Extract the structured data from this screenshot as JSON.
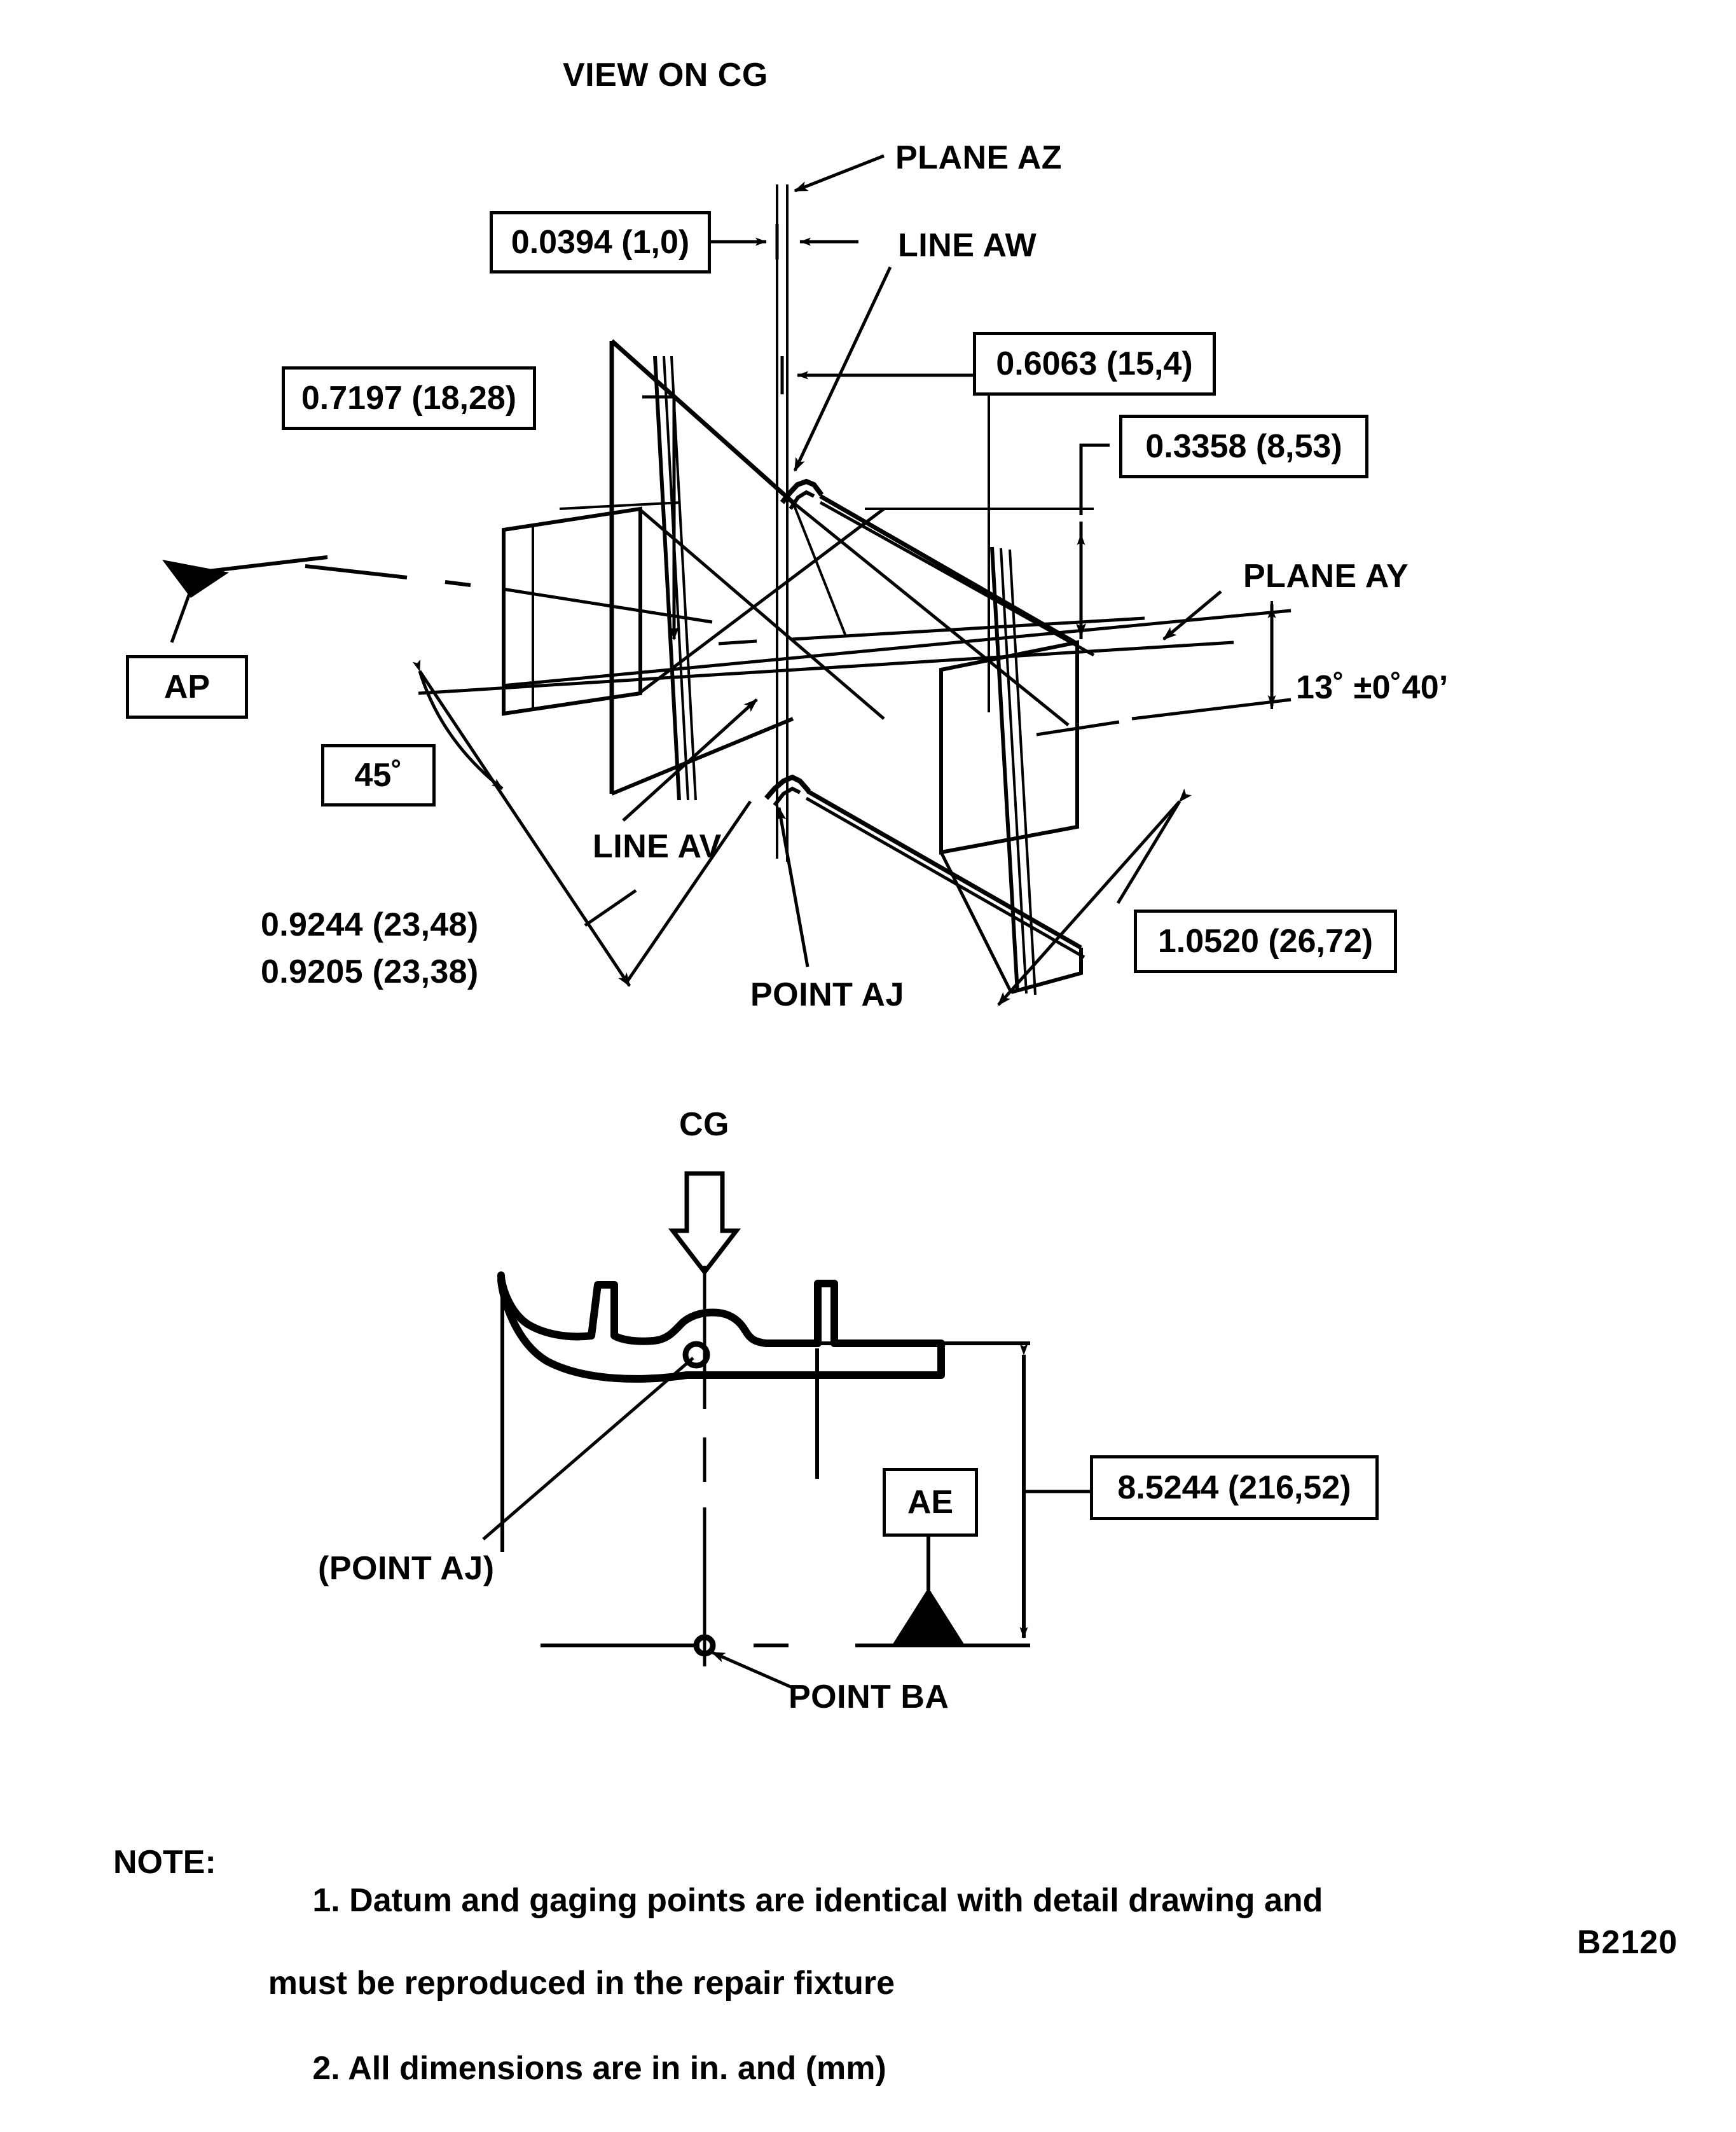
{
  "sheet": {
    "drawing_code": "B2120",
    "background": "#ffffff",
    "line_color": "#000000"
  },
  "upper_view": {
    "title": "VIEW ON CG",
    "callouts": {
      "plane_az": "PLANE AZ",
      "line_aw": "LINE AW",
      "plane_ay": "PLANE AY",
      "line_av": "LINE AV",
      "point_aj": "POINT AJ"
    },
    "boxed_dimensions": [
      {
        "id": "dim-0394",
        "value": "0.0394 (1,0)"
      },
      {
        "id": "dim-6063",
        "value": "0.6063 (15,4)"
      },
      {
        "id": "dim-7197",
        "value": "0.7197 (18,28)"
      },
      {
        "id": "dim-3358",
        "value": "0.3358 (8,53)"
      },
      {
        "id": "dim-1052",
        "value": "1.0520 (26,72)"
      },
      {
        "id": "angle-45",
        "value": "45˚"
      },
      {
        "id": "datum-ap",
        "value": "AP"
      }
    ],
    "plain_dimensions": [
      {
        "id": "angle-13",
        "value": "13˚ ±0˚40’"
      },
      {
        "id": "dim-9244",
        "value": "0.9244 (23,48)"
      },
      {
        "id": "dim-9205",
        "value": "0.9205 (23,38)"
      }
    ]
  },
  "lower_view": {
    "callouts": {
      "cg": "CG",
      "point_aj_ref": "(POINT AJ)",
      "point_ba": "POINT BA"
    },
    "boxed_dimensions": [
      {
        "id": "datum-ae",
        "value": "AE"
      },
      {
        "id": "dim-85244",
        "value": "8.5244 (216,52)"
      }
    ]
  },
  "notes": {
    "heading": "NOTE:",
    "items": [
      {
        "number": "1.",
        "line1": "Datum and gaging points are identical with detail drawing and",
        "line2": "must be reproduced in the repair fixture"
      },
      {
        "number": "2.",
        "line1": "All dimensions are in in. and (mm)",
        "line2": ""
      }
    ]
  }
}
